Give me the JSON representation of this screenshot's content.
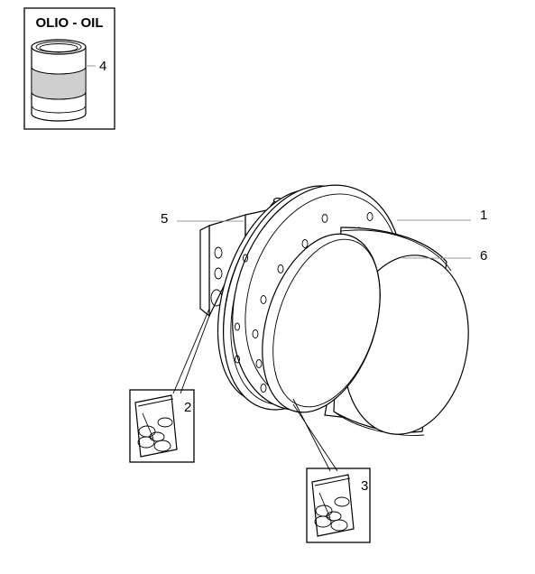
{
  "oil_box": {
    "title": "OLIO - OIL",
    "callout": "4",
    "band_color": "#cfcfcf"
  },
  "callouts": {
    "housing": "1",
    "seal_kit_left": "2",
    "seal_kit_right": "3",
    "valve_block": "5",
    "cover": "6"
  },
  "colors": {
    "line": "#000000",
    "leader": "#9a9a9a",
    "background": "#ffffff"
  },
  "icons": {
    "oil_can": "oil-drum-icon",
    "seal_kit": "seal-bag-icon"
  }
}
